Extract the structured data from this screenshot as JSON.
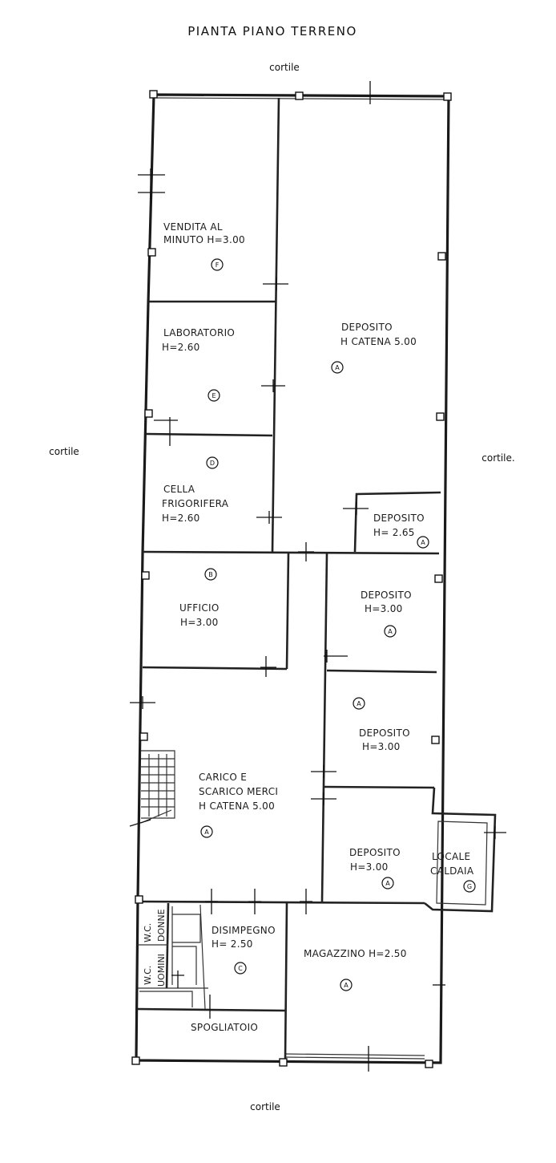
{
  "title": "PIANTA PIANO TERRENO",
  "surroundings": {
    "top": "cortile",
    "left": "cortile",
    "right": "cortile.",
    "bottom": "cortile"
  },
  "rooms": {
    "vendita": {
      "l1": "VENDITA AL",
      "l2": "MINUTO H=3.00",
      "tag": "F"
    },
    "laboratorio": {
      "l1": "LABORATORIO",
      "l2": "H=2.60",
      "tag": "E"
    },
    "cella": {
      "l1": "CELLA",
      "l2": "FRIGORIFERA",
      "l3": "H=2.60",
      "tag": "D"
    },
    "deposito_main": {
      "l1": "DEPOSITO",
      "l2": "H CATENA 5.00",
      "tag": "A"
    },
    "deposito_small": {
      "l1": "DEPOSITO",
      "l2": "H= 2.65",
      "tag": "A"
    },
    "ufficio": {
      "l1": "UFFICIO",
      "l2": "H=3.00",
      "tag": "B"
    },
    "deposito_r1": {
      "l1": "DEPOSITO",
      "l2": "H=3.00",
      "tag": "A"
    },
    "deposito_r2": {
      "l1": "DEPOSITO",
      "l2": "H=3.00",
      "tag": "A"
    },
    "carico": {
      "l1": "CARICO E",
      "l2": "SCARICO MERCI",
      "l3": "H CATENA 5.00",
      "tag": "A"
    },
    "deposito_r3": {
      "l1": "DEPOSITO",
      "l2": "H=3.00",
      "tag": "A"
    },
    "caldaia": {
      "l1": "LOCALE",
      "l2": "CALDAIA",
      "tag": "G"
    },
    "wc_donne": {
      "l1": "W.C.",
      "l2": "DONNE"
    },
    "wc_uomini": {
      "l1": "W.C.",
      "l2": "UOMINI"
    },
    "disimpegno": {
      "l1": "DISIMPEGNO",
      "l2": "H= 2.50",
      "tag": "C"
    },
    "magazzino": {
      "l1": "MAGAZZINO H=2.50",
      "tag": "A"
    },
    "spogliatoio": {
      "l1": "SPOGLIATOIO"
    }
  }
}
